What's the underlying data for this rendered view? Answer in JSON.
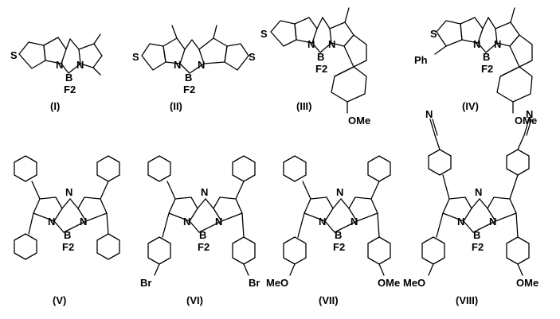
{
  "compounds": [
    {
      "label": "(I)"
    },
    {
      "label": "(II)"
    },
    {
      "label": "(III)"
    },
    {
      "label": "(IV)"
    },
    {
      "label": "(V)"
    },
    {
      "label": "(VI)"
    },
    {
      "label": "(VII)"
    },
    {
      "label": "(VIII)"
    }
  ],
  "atoms": {
    "N": "N",
    "B": "B",
    "F2": "F2",
    "S": "S",
    "Br": "Br",
    "OMe": "OMe",
    "MeO": "MeO",
    "Ph": "Ph"
  }
}
